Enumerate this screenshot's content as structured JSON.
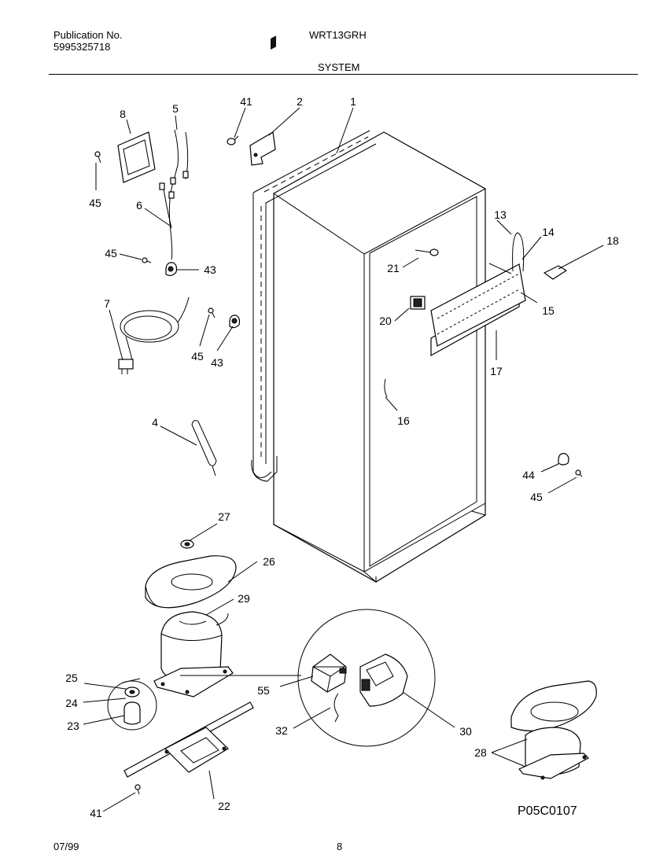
{
  "header": {
    "publication_label": "Publication No.",
    "publication_number": "5995325718",
    "model": "WRT13GRH",
    "section": "SYSTEM"
  },
  "footer": {
    "date": "07/99",
    "page": "8"
  },
  "diagram": {
    "drawing_code": "P05C0107",
    "callouts": [
      "1",
      "2",
      "4",
      "5",
      "6",
      "7",
      "8",
      "13",
      "14",
      "15",
      "16",
      "17",
      "18",
      "20",
      "21",
      "22",
      "23",
      "24",
      "25",
      "26",
      "27",
      "28",
      "29",
      "30",
      "32",
      "41",
      "41",
      "43",
      "43",
      "44",
      "45",
      "45",
      "45",
      "45",
      "55"
    ]
  }
}
